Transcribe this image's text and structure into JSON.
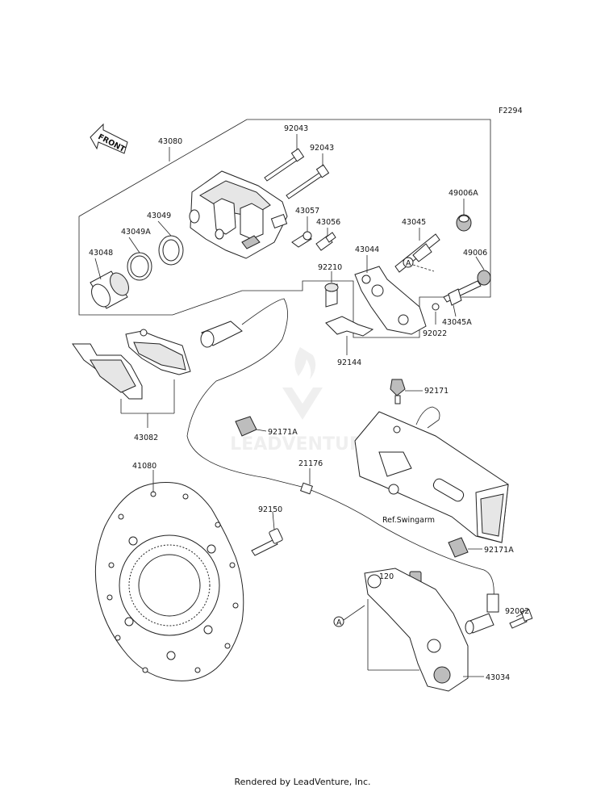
{
  "diagram_code": "F2294",
  "front_label": "FRONT",
  "watermark": "LEADVENTURE",
  "ref_label": "Ref.Swingarm",
  "callout_marker": "A",
  "footer": "Rendered by LeadVenture, Inc.",
  "parts": {
    "p43080": "43080",
    "p92043a": "92043",
    "p92043b": "92043",
    "p43049": "43049",
    "p43049a": "43049A",
    "p43048": "43048",
    "p43057": "43057",
    "p43056": "43056",
    "p43045": "43045",
    "p49006a": "49006A",
    "p43044": "43044",
    "p92210": "92210",
    "p49006": "49006",
    "p43045a": "43045A",
    "p92022": "92022",
    "p92144": "92144",
    "p43082": "43082",
    "p92171": "92171",
    "p92171a_1": "92171A",
    "p21176": "21176",
    "p41080": "41080",
    "p92150": "92150",
    "p92171a_2": "92171A",
    "p120": "120",
    "p92002": "92002",
    "p43034": "43034"
  }
}
